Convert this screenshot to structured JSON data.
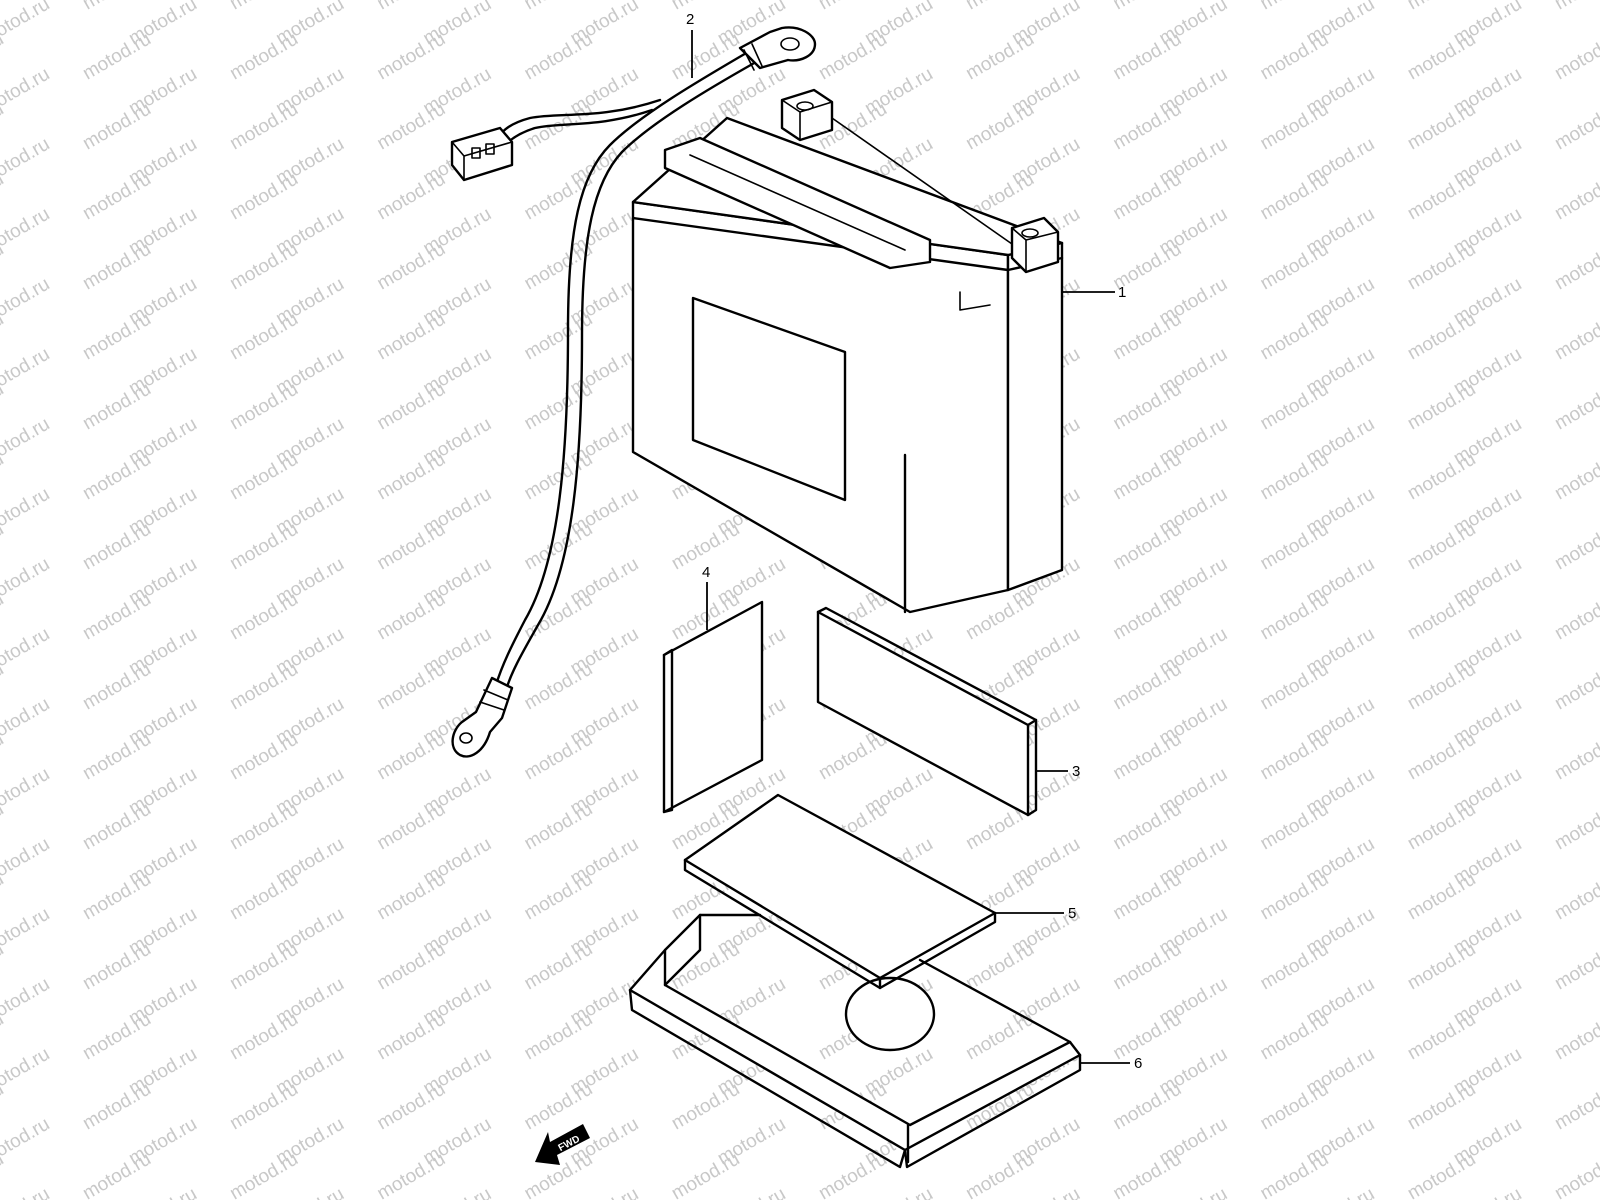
{
  "watermark": "motod.ru",
  "callouts": [
    {
      "id": "battery",
      "label": "1"
    },
    {
      "id": "battery-cable",
      "label": "2"
    },
    {
      "id": "cushion-side-long",
      "label": "3"
    },
    {
      "id": "cushion-side-short",
      "label": "4"
    },
    {
      "id": "cushion-bottom",
      "label": "5"
    },
    {
      "id": "battery-tray",
      "label": "6"
    }
  ],
  "direction_arrow": "FWD",
  "colors": {
    "line": "#000000",
    "watermark": "#c8c8c8",
    "background": "#ffffff"
  }
}
